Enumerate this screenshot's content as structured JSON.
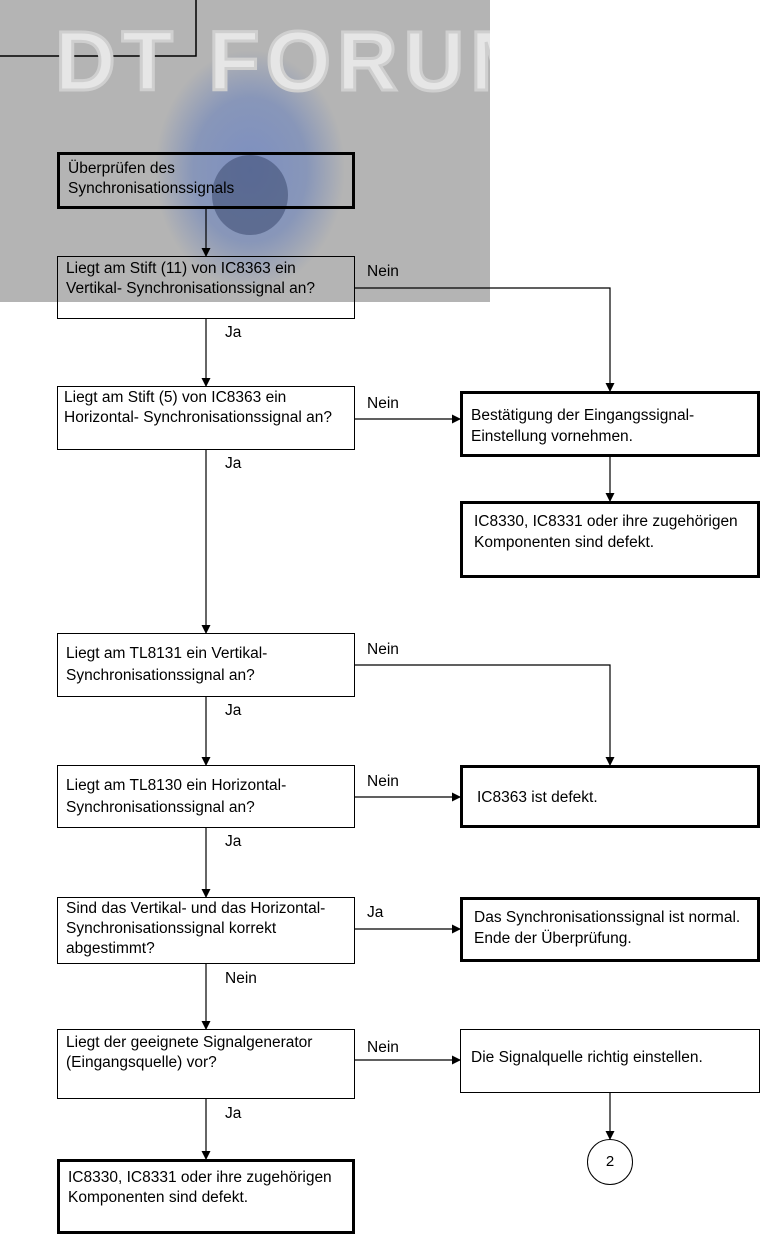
{
  "watermark": {
    "text": "DT FORUM",
    "colors": {
      "bg": "#b4b4b4",
      "logo": "#e4e4e4",
      "glow": "#5a6fa8"
    }
  },
  "nodes": {
    "start": "Überprüfen des Synchronisationssignals",
    "q1": "Liegt am Stift (11) von IC8363 ein Vertikal- Synchronisationssignal an?",
    "q2": "Liegt am Stift (5) von IC8363 ein Horizontal- Synchronisationssignal an?",
    "r1": "Bestätigung der Eingangssignal-Einstellung vornehmen.",
    "r2": "IC8330, IC8331 oder ihre zugehörigen Komponenten sind defekt.",
    "q3": "Liegt am TL8131 ein Vertikal-Synchronisationssignal an?",
    "q4": "Liegt am TL8130 ein Horizontal-Synchronisationssignal an?",
    "r3": "IC8363 ist defekt.",
    "q5": "Sind das Vertikal- und das Horizontal-Synchronisationssignal korrekt abgestimmt?",
    "r4": "Das Synchronisationssignal ist normal. Ende der Überprüfung.",
    "q6": "Liegt der geeignete Signalgenerator (Eingangsquelle) vor?",
    "r5": "Die Signalquelle richtig einstellen.",
    "r6": "IC8330, IC8331 oder ihre zugehörigen Komponenten sind defekt.",
    "connector": "2"
  },
  "labels": {
    "q1_no": "Nein",
    "q1_yes": "Ja",
    "q2_no": "Nein",
    "q2_yes": "Ja",
    "q3_no": "Nein",
    "q3_yes": "Ja",
    "q4_no": "Nein",
    "q4_yes": "Ja",
    "q5_yes": "Ja",
    "q5_no": "Nein",
    "q6_no": "Nein",
    "q6_yes": "Ja"
  }
}
